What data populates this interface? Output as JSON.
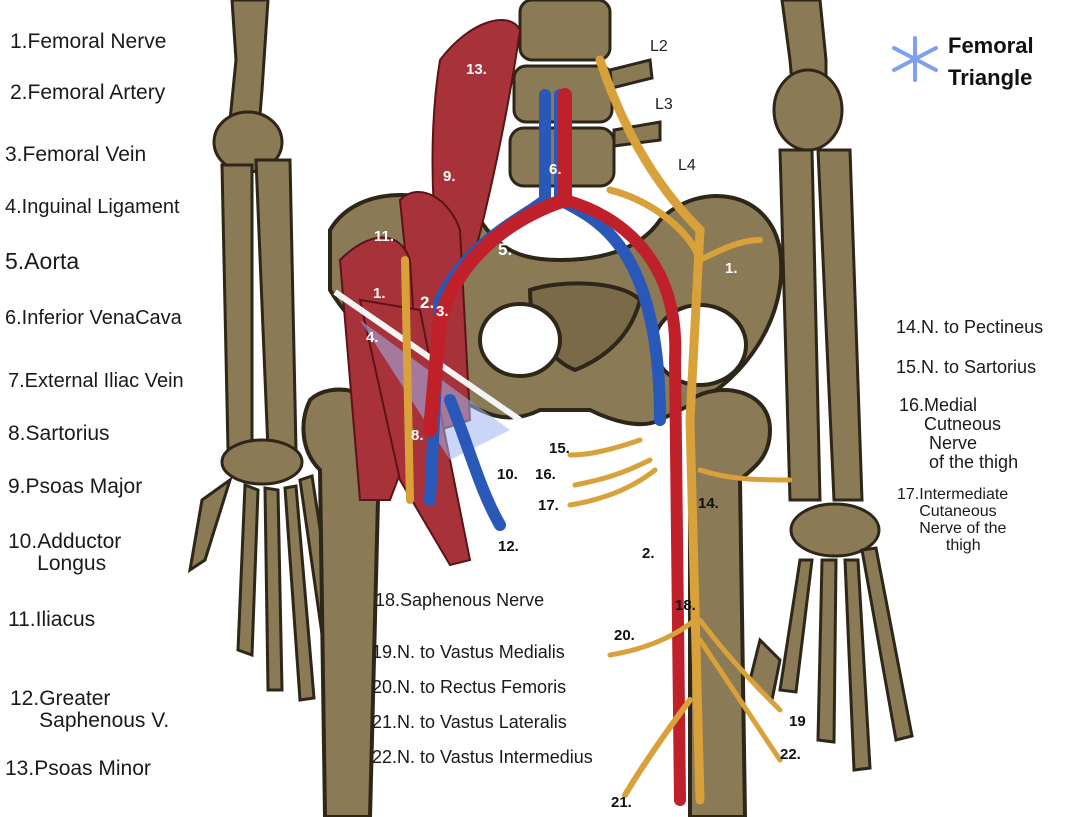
{
  "legend_left": [
    "1.Femoral Nerve",
    "2.Femoral Artery",
    "3.Femoral Vein",
    "4.Inguinal Ligament",
    "5.Aorta",
    "6.Inferior VenaCava",
    "7.External Iliac Vein",
    "8.Sartorius",
    "9.Psoas Major",
    "10.Adductor\n     Longus",
    "11.Iliacus",
    "12.Greater\n     Saphenous V.",
    "13.Psoas Minor"
  ],
  "legend_right": [
    "14.N. to Pectineus",
    "15.N. to Sartorius",
    "16.Medial\n     Cutneous\n      Nerve\n      of the thigh",
    "17.Intermediate\n     Cutaneous\n     Nerve of the\n           thigh"
  ],
  "legend_center": [
    "18.Saphenous Nerve",
    "19.N. to Vastus Medialis",
    "20.N. to Rectus Femoris",
    "21.N. to Vastus Lateralis",
    "22.N. to Vastus Intermedius"
  ],
  "femoral_triangle": {
    "title": "Femoral\nTriangle",
    "icon": "asterisk-icon",
    "icon_color": "#7da0f0"
  },
  "spine_labels": [
    "L2",
    "L3",
    "L4"
  ],
  "diagram_numbers": {
    "n13": "13.",
    "n9": "9.",
    "n6": "6.",
    "n11": "11.",
    "n5": "5.",
    "n1_left": "1.",
    "n2_left": "2.",
    "n3": "3.",
    "n4": "4.",
    "n8": "8.",
    "n1_right": "1.",
    "n15": "15.",
    "n16": "16.",
    "n10": "10.",
    "n17": "17.",
    "n14": "14.",
    "n12": "12.",
    "n2_right": "2.",
    "n18": "18.",
    "n20": "20.",
    "n19": "19",
    "n22": "22.",
    "n21": "21."
  },
  "colors": {
    "bone": "#8a7a55",
    "bone_dark": "#3a3020",
    "muscle": "#a8323a",
    "artery": "#c0202a",
    "vein": "#2a58b8",
    "nerve": "#d9a13a",
    "triangle": "#7da0f0"
  }
}
